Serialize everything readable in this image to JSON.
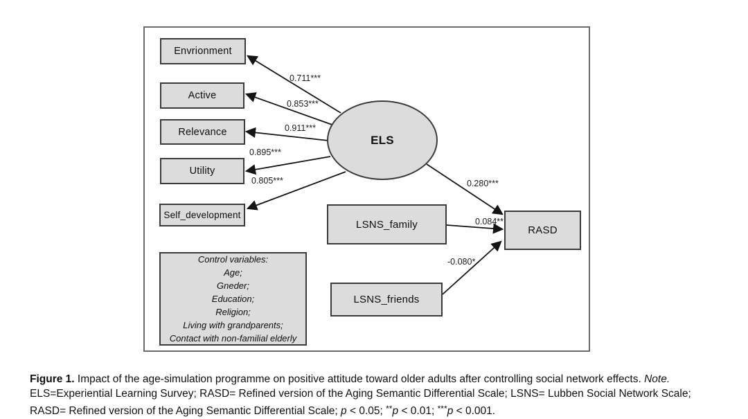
{
  "figure": {
    "latent": {
      "label": "ELS"
    },
    "outcome": {
      "label": "RASD"
    },
    "els_to_rasd_coef": "0.280***",
    "indicators": [
      {
        "label": "Envrionment",
        "coef": "0.711***"
      },
      {
        "label": "Active",
        "coef": "0.853***"
      },
      {
        "label": "Relevance",
        "coef": "0.911***"
      },
      {
        "label": "Utility",
        "coef": "0.895***"
      },
      {
        "label": "Self_development",
        "coef": "0.805***"
      }
    ],
    "predictors": [
      {
        "label": "LSNS_family",
        "coef": "0.084**"
      },
      {
        "label": "LSNS_friends",
        "coef": "-0.080*"
      }
    ],
    "control_box": {
      "lines": [
        "Control variables:",
        "Age;",
        "Gneder;",
        "Education;",
        "Religion;",
        "Living with grandparents;",
        "Contact with non-familial elderly"
      ]
    }
  },
  "caption": {
    "figure_label": "Figure 1.",
    "line1": " Impact of the age-simulation programme on positive attitude toward older adults after controlling social network effects. ",
    "note_label": "Note.",
    "line2": "ELS=Experiential Learning Survey; RASD= Refined version of the Aging Semantic Differential Scale; LSNS= Lubben Social Network Scale;",
    "line3_start": "RASD= Refined version of the Aging Semantic Differential Scale; ",
    "p1_italic": "p",
    "p1_rest": " < 0.05; ",
    "stars2": "**",
    "p2_italic": "p",
    "p2_rest": " < 0.01; ",
    "stars3": "***",
    "p3_italic": "p",
    "p3_rest": " < 0.001."
  },
  "colors": {
    "node_fill": "#dcdcdc",
    "node_border": "#3a3a3a",
    "arrow": "#141414",
    "frame_border": "#6a6a6a",
    "text": "#111111"
  }
}
